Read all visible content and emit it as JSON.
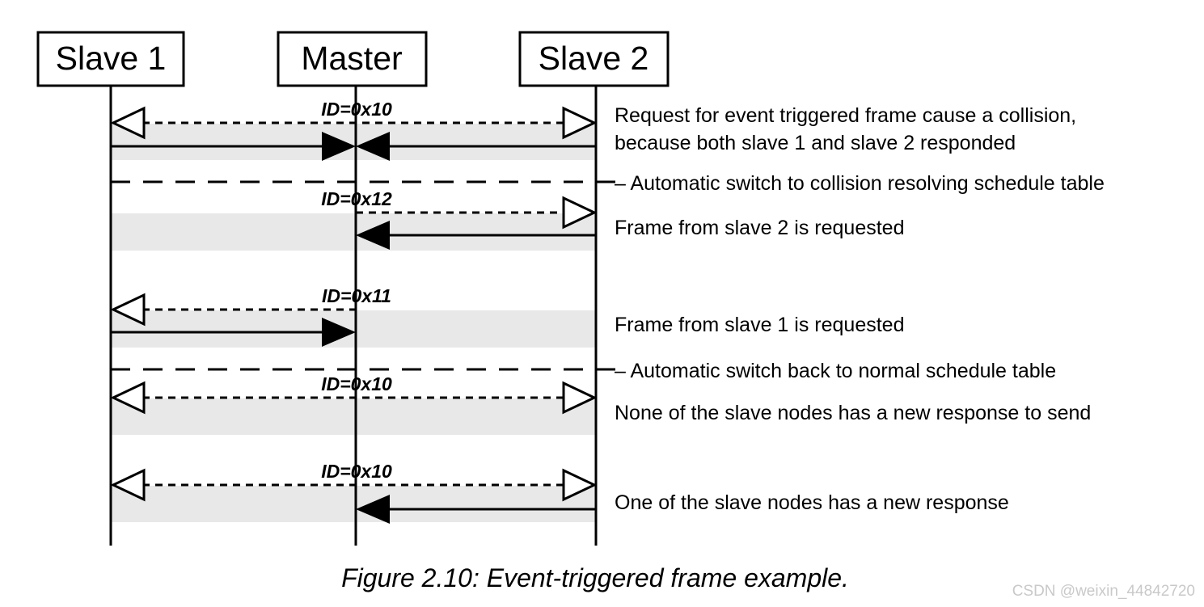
{
  "figure": {
    "caption": "Figure 2.10: Event-triggered frame example.",
    "watermark": "CSDN @weixin_44842720"
  },
  "participants": [
    {
      "id": "slave1",
      "label": "Slave 1"
    },
    {
      "id": "master",
      "label": "Master"
    },
    {
      "id": "slave2",
      "label": "Slave 2"
    }
  ],
  "messages": [
    {
      "id_label": "ID=0x10",
      "note": "Request for event triggered frame cause a collision,",
      "note_line2": "because both slave 1 and slave 2 responded"
    },
    {
      "id_label": "ID=0x12",
      "note": "Frame from slave 2 is requested"
    },
    {
      "id_label": "ID=0x11",
      "note": "Frame from slave 1 is requested"
    },
    {
      "id_label": "ID=0x10",
      "note": "None of the slave nodes has a new response to send"
    },
    {
      "id_label": "ID=0x10",
      "note": "One of the slave nodes has a new response"
    }
  ],
  "separators": [
    {
      "note": "– Automatic switch to collision resolving schedule table"
    },
    {
      "note": "– Automatic switch back to normal schedule table"
    }
  ],
  "colors": {
    "band": "#e8e8e8",
    "stroke": "#000000",
    "background": "#ffffff",
    "watermark": "#c9c9c9"
  }
}
